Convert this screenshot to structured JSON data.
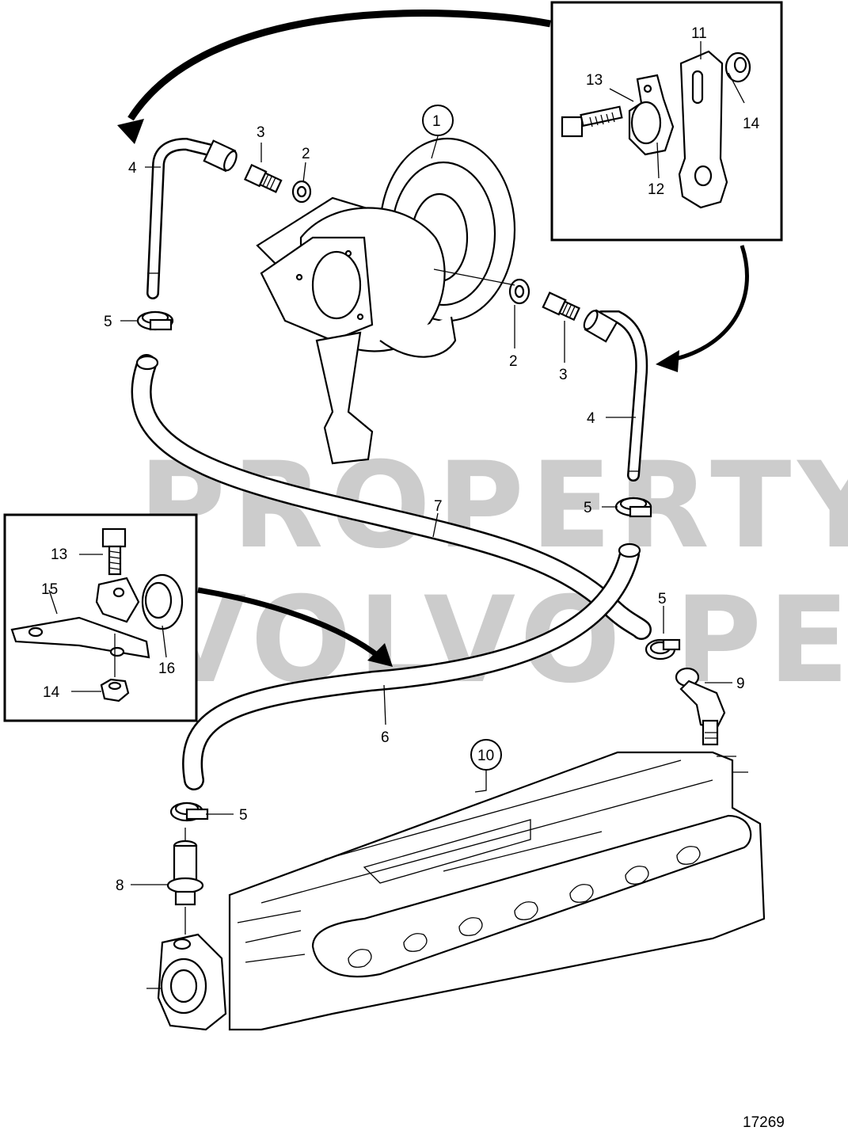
{
  "diagram": {
    "figure_number": "17269",
    "watermark_line1": "PROPERTY OF",
    "watermark_line2": "VOLVO PENTA",
    "callouts": {
      "turbo": "1",
      "washer_left": "2",
      "washer_right": "2",
      "nipple_left": "3",
      "nipple_right": "3",
      "pipe_left": "4",
      "pipe_right": "4",
      "clamp_upper_left": "5",
      "clamp_upper_right": "5",
      "clamp_mid_right": "5",
      "clamp_lower_left": "5",
      "hose_6": "6",
      "hose_7": "7",
      "nipple_8": "8",
      "elbow_9": "9",
      "manifold": "10"
    },
    "inset_top_right": {
      "bracket": "11",
      "clamp": "12",
      "screw": "13",
      "nut": "14"
    },
    "inset_left": {
      "screw": "13",
      "bracket": "15",
      "clamp": "16",
      "nut": "14"
    }
  }
}
